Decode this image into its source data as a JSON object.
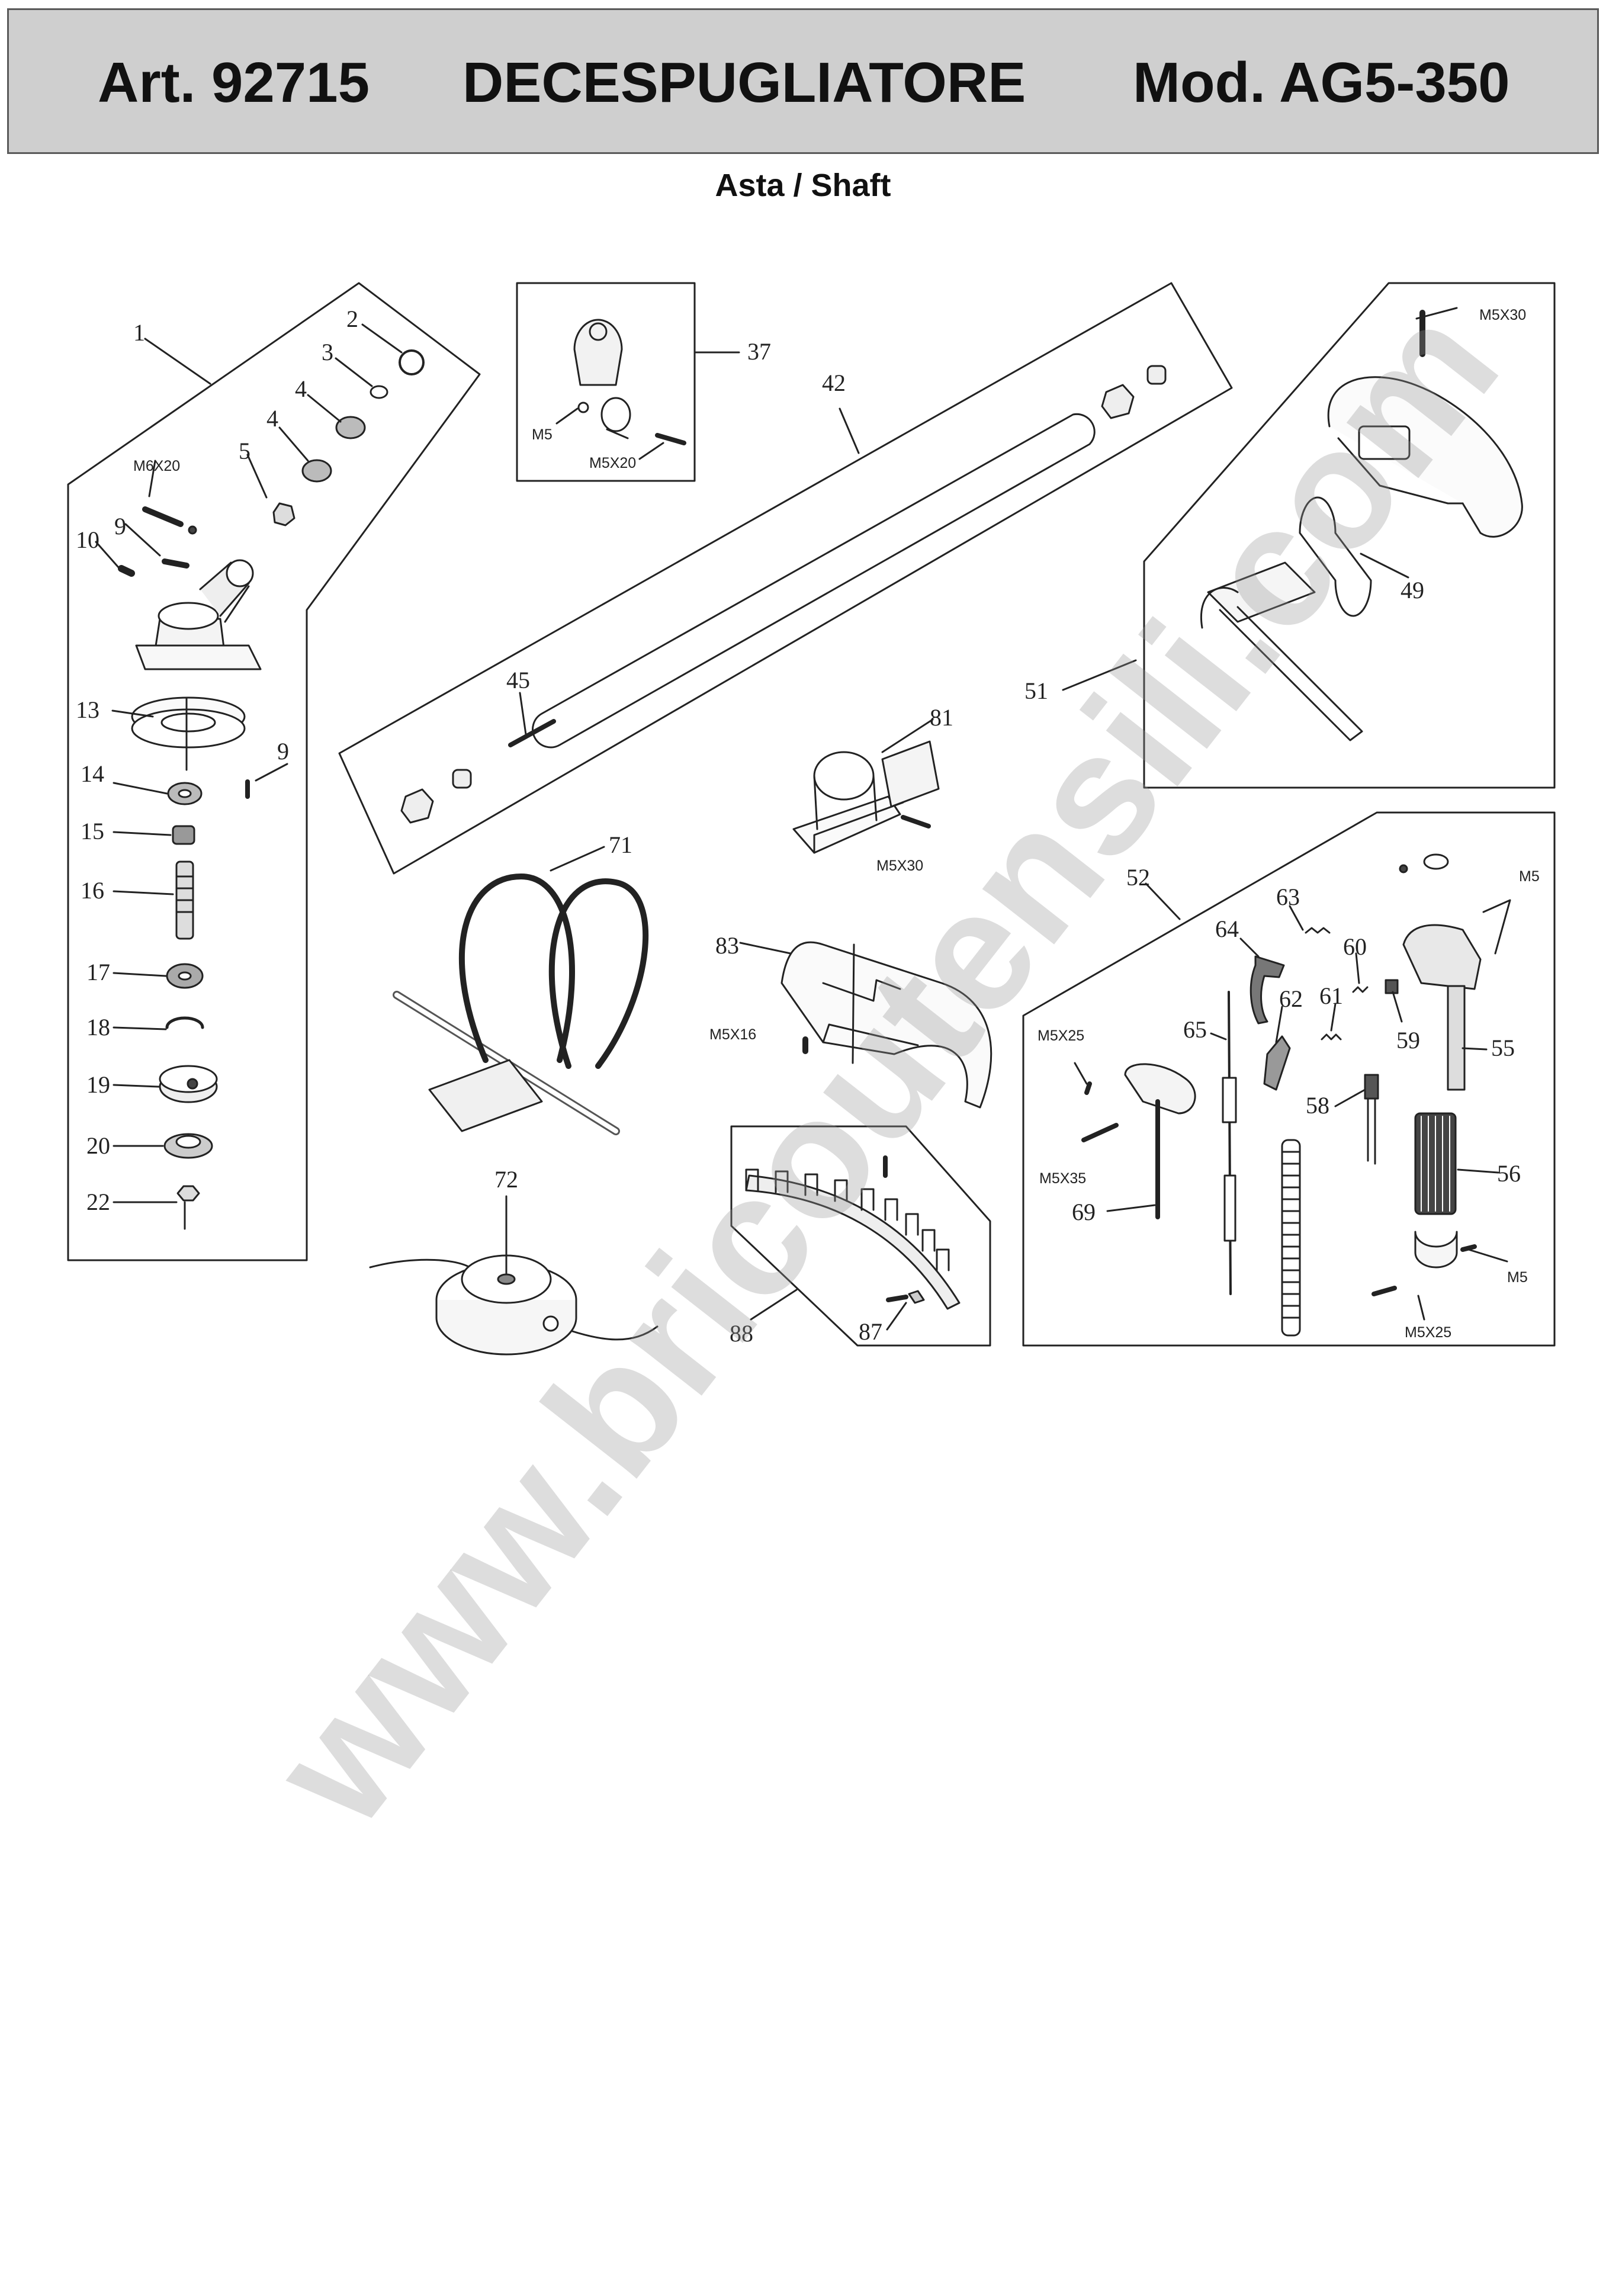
{
  "header": {
    "article": "Art. 92715",
    "product": "DECESPUGLIATORE",
    "model": "Mod. AG5-350"
  },
  "subtitle": "Asta / Shaft",
  "watermark": "www.bricoutensili.com",
  "colors": {
    "header_bg": "#cfcfcf",
    "line": "#222222",
    "watermark": "#969696"
  },
  "callouts": {
    "c1": "1",
    "c2": "2",
    "c3": "3",
    "c4a": "4",
    "c4b": "4",
    "c5": "5",
    "m6x20": "M6X20",
    "c10": "10",
    "c9a": "9",
    "c13": "13",
    "c9b": "9",
    "c14": "14",
    "c15": "15",
    "c16": "16",
    "c17": "17",
    "c18": "18",
    "c19": "19",
    "c20": "20",
    "c22": "22",
    "c37": "37",
    "m5_37": "M5",
    "m5x20_37": "M5X20",
    "c42": "42",
    "c45": "45",
    "m5x30_top": "M5X30",
    "c49": "49",
    "c51": "51",
    "c81": "81",
    "m5x30_81": "M5X30",
    "c71": "71",
    "c83": "83",
    "m5x16": "M5X16",
    "c72": "72",
    "c88": "88",
    "c87": "87",
    "c52": "52",
    "c63": "63",
    "c64": "64",
    "c60": "60",
    "m5_a": "M5",
    "c62": "62",
    "c61": "61",
    "c59": "59",
    "c55": "55",
    "c65": "65",
    "m5x25_a": "M5X25",
    "c58": "58",
    "m5x35": "M5X35",
    "c69": "69",
    "c56": "56",
    "m5_b": "M5",
    "m5x25_b": "M5X25"
  }
}
